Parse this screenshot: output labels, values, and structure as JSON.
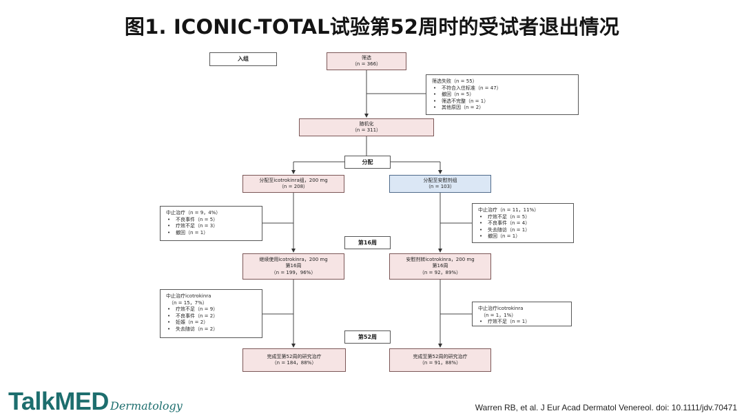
{
  "title": "图1. ICONIC-TOTAL试验第52周时的受试者退出情况",
  "labels": {
    "enroll": "入组",
    "allocation": "分配",
    "week16": "第16周",
    "week52": "第52周"
  },
  "screening": {
    "title": "筛选",
    "n": "（n = 366）"
  },
  "screen_fail": {
    "title": "筛选失败（n = 55）",
    "items": [
      "不符合入住标准（n = 47）",
      "撤回（n = 5）",
      "筛选不完整（n = 1）",
      "其他原因（n = 2）"
    ]
  },
  "randomization": {
    "title": "随机化",
    "n": "（n = 311）"
  },
  "arm_icotro": {
    "title": "分配至icotrokinra组，200 mg",
    "n": "（n = 208）"
  },
  "arm_placebo": {
    "title": "分配至安慰剂组",
    "n": "（n = 103）"
  },
  "disc_icotro_16": {
    "title": "中止治疗（n = 9，4%）",
    "items": [
      "不良事件（n = 5）",
      "疗效不足（n = 3）",
      "撤回（n = 1）"
    ]
  },
  "disc_placebo_16": {
    "title": "中止治疗（n = 11，11%）",
    "items": [
      "疗效不足（n = 5）",
      "不良事件（n = 4）",
      "失去随访（n = 1）",
      "撤回（n = 1）"
    ]
  },
  "cont_icotro": {
    "line1": "继续使用icotrokinra，200 mg",
    "line2": "第16周",
    "line3": "（n = 199，96%）"
  },
  "cont_placebo": {
    "line1": "安慰剂转icotrokinra，200 mg",
    "line2": "第16周",
    "line3": "（n = 92，89%）"
  },
  "disc_icotro_52": {
    "title": "中止治疗icotrokinra",
    "sub": "（n = 15，7%）",
    "items": [
      "疗效不足（n = 9）",
      "不良事件（n = 2）",
      "妊娠（n = 2）",
      "失去随访（n = 2）"
    ]
  },
  "disc_placebo_52": {
    "title": "中止治疗icotrokinra",
    "sub": "（n = 1，1%）",
    "items": [
      "疗效不足（n = 1）"
    ]
  },
  "complete_icotro": {
    "line1": "完成至第52周的研究治疗",
    "line2": "（n = 184，88%）"
  },
  "complete_placebo": {
    "line1": "完成至第52周的研究治疗",
    "line2": "（n = 91，88%）"
  },
  "logo": {
    "brand": "TalkMED",
    "sub": "Dermatology"
  },
  "citation": "Warren RB, et al. J Eur Acad Dermatol Venereol. doi: 10.1111/jdv.70471",
  "colors": {
    "pink_box": "#f6e4e4",
    "blue_box": "#dbe7f5",
    "brand": "#1d6e6e"
  }
}
